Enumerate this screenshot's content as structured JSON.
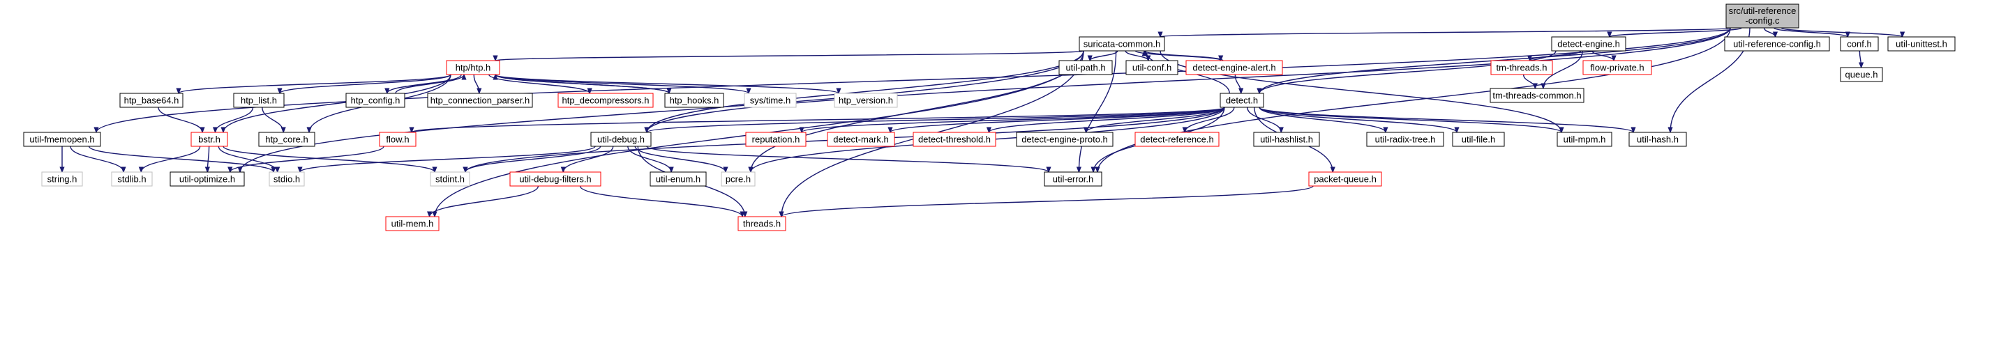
{
  "colors": {
    "edge": "#191970",
    "normal_border": "#000000",
    "truncated_border": "#ff0000",
    "external_border": "#bfbfbf",
    "external_text": "#7f7f7f",
    "root_fill": "#bfbfbf",
    "node_fill": "#ffffff",
    "text": "#000000"
  },
  "root": {
    "line1": "src/util-reference",
    "line2": "-config.c"
  },
  "nodes": [
    {
      "id": "suricata-common.h",
      "label": "suricata-common.h",
      "kind": "normal"
    },
    {
      "id": "detect-engine.h",
      "label": "detect-engine.h",
      "kind": "normal"
    },
    {
      "id": "util-reference-config.h",
      "label": "util-reference-config.h",
      "kind": "normal"
    },
    {
      "id": "conf.h",
      "label": "conf.h",
      "kind": "normal"
    },
    {
      "id": "util-unittest.h",
      "label": "util-unittest.h",
      "kind": "normal"
    },
    {
      "id": "queue.h",
      "label": "queue.h",
      "kind": "normal"
    },
    {
      "id": "htp/htp.h",
      "label": "htp/htp.h",
      "kind": "truncated"
    },
    {
      "id": "util-path.h",
      "label": "util-path.h",
      "kind": "normal"
    },
    {
      "id": "util-conf.h",
      "label": "util-conf.h",
      "kind": "normal"
    },
    {
      "id": "detect-engine-alert.h",
      "label": "detect-engine-alert.h",
      "kind": "truncated"
    },
    {
      "id": "tm-threads.h",
      "label": "tm-threads.h",
      "kind": "truncated"
    },
    {
      "id": "flow-private.h",
      "label": "flow-private.h",
      "kind": "truncated"
    },
    {
      "id": "tm-threads-common.h",
      "label": "tm-threads-common.h",
      "kind": "normal"
    },
    {
      "id": "htp_base64.h",
      "label": "htp_base64.h",
      "kind": "normal"
    },
    {
      "id": "htp_list.h",
      "label": "htp_list.h",
      "kind": "normal"
    },
    {
      "id": "htp_config.h",
      "label": "htp_config.h",
      "kind": "normal"
    },
    {
      "id": "htp_connection_parser.h",
      "label": "htp_connection_parser.h",
      "kind": "normal"
    },
    {
      "id": "htp_decompressors.h",
      "label": "htp_decompressors.h",
      "kind": "truncated"
    },
    {
      "id": "htp_hooks.h",
      "label": "htp_hooks.h",
      "kind": "normal"
    },
    {
      "id": "sys/time.h",
      "label": "sys/time.h",
      "kind": "external"
    },
    {
      "id": "htp_version.h",
      "label": "htp_version.h",
      "kind": "external"
    },
    {
      "id": "detect.h",
      "label": "detect.h",
      "kind": "normal"
    },
    {
      "id": "util-fmemopen.h",
      "label": "util-fmemopen.h",
      "kind": "normal"
    },
    {
      "id": "bstr.h",
      "label": "bstr.h",
      "kind": "truncated"
    },
    {
      "id": "htp_core.h",
      "label": "htp_core.h",
      "kind": "normal"
    },
    {
      "id": "flow.h",
      "label": "flow.h",
      "kind": "truncated"
    },
    {
      "id": "util-debug.h",
      "label": "util-debug.h",
      "kind": "normal"
    },
    {
      "id": "reputation.h",
      "label": "reputation.h",
      "kind": "truncated"
    },
    {
      "id": "detect-mark.h",
      "label": "detect-mark.h",
      "kind": "truncated"
    },
    {
      "id": "detect-threshold.h",
      "label": "detect-threshold.h",
      "kind": "truncated"
    },
    {
      "id": "detect-engine-proto.h",
      "label": "detect-engine-proto.h",
      "kind": "normal"
    },
    {
      "id": "detect-reference.h",
      "label": "detect-reference.h",
      "kind": "truncated"
    },
    {
      "id": "util-hashlist.h",
      "label": "util-hashlist.h",
      "kind": "normal"
    },
    {
      "id": "util-radix-tree.h",
      "label": "util-radix-tree.h",
      "kind": "normal"
    },
    {
      "id": "util-file.h",
      "label": "util-file.h",
      "kind": "normal"
    },
    {
      "id": "util-mpm.h",
      "label": "util-mpm.h",
      "kind": "normal"
    },
    {
      "id": "util-hash.h",
      "label": "util-hash.h",
      "kind": "normal"
    },
    {
      "id": "string.h",
      "label": "string.h",
      "kind": "external"
    },
    {
      "id": "stdlib.h",
      "label": "stdlib.h",
      "kind": "external"
    },
    {
      "id": "util-optimize.h",
      "label": "util-optimize.h",
      "kind": "normal"
    },
    {
      "id": "stdio.h",
      "label": "stdio.h",
      "kind": "external"
    },
    {
      "id": "stdint.h",
      "label": "stdint.h",
      "kind": "external"
    },
    {
      "id": "util-debug-filters.h",
      "label": "util-debug-filters.h",
      "kind": "truncated"
    },
    {
      "id": "util-enum.h",
      "label": "util-enum.h",
      "kind": "normal"
    },
    {
      "id": "pcre.h",
      "label": "pcre.h",
      "kind": "external"
    },
    {
      "id": "util-error.h",
      "label": "util-error.h",
      "kind": "normal"
    },
    {
      "id": "packet-queue.h",
      "label": "packet-queue.h",
      "kind": "truncated"
    },
    {
      "id": "util-mem.h",
      "label": "util-mem.h",
      "kind": "truncated"
    },
    {
      "id": "threads.h",
      "label": "threads.h",
      "kind": "truncated"
    }
  ],
  "edges": [
    [
      "root",
      "suricata-common.h"
    ],
    [
      "root",
      "detect-engine.h"
    ],
    [
      "root",
      "util-reference-config.h"
    ],
    [
      "root",
      "conf.h"
    ],
    [
      "root",
      "util-unittest.h"
    ],
    [
      "root",
      "detect.h"
    ],
    [
      "root",
      "util-fmemopen.h"
    ],
    [
      "root",
      "util-debug.h"
    ],
    [
      "root",
      "util-hash.h"
    ],
    [
      "root",
      "util-error.h"
    ],
    [
      "conf.h",
      "queue.h"
    ],
    [
      "suricata-common.h",
      "htp/htp.h"
    ],
    [
      "suricata-common.h",
      "util-path.h"
    ],
    [
      "suricata-common.h",
      "util-conf.h"
    ],
    [
      "suricata-common.h",
      "detect-engine-alert.h"
    ],
    [
      "suricata-common.h",
      "util-debug.h"
    ],
    [
      "suricata-common.h",
      "util-optimize.h"
    ],
    [
      "suricata-common.h",
      "util-mem.h"
    ],
    [
      "suricata-common.h",
      "threads.h"
    ],
    [
      "suricata-common.h",
      "util-mpm.h"
    ],
    [
      "suricata-common.h",
      "util-error.h"
    ],
    [
      "suricata-common.h",
      "pcre.h"
    ],
    [
      "detect-engine-alert.h",
      "suricata-common.h"
    ],
    [
      "detect-engine-alert.h",
      "detect.h"
    ],
    [
      "detect-engine.h",
      "tm-threads.h"
    ],
    [
      "detect-engine.h",
      "flow-private.h"
    ],
    [
      "detect-engine.h",
      "detect.h"
    ],
    [
      "detect-engine.h",
      "tm-threads-common.h"
    ],
    [
      "tm-threads.h",
      "tm-threads-common.h"
    ],
    [
      "htp/htp.h",
      "htp_base64.h"
    ],
    [
      "htp/htp.h",
      "htp_list.h"
    ],
    [
      "htp/htp.h",
      "htp_config.h"
    ],
    [
      "htp/htp.h",
      "htp_connection_parser.h"
    ],
    [
      "htp/htp.h",
      "htp_decompressors.h"
    ],
    [
      "htp/htp.h",
      "htp_hooks.h"
    ],
    [
      "htp/htp.h",
      "sys/time.h"
    ],
    [
      "htp/htp.h",
      "htp_version.h"
    ],
    [
      "htp/htp.h",
      "bstr.h"
    ],
    [
      "htp/htp.h",
      "htp_core.h"
    ],
    [
      "htp_config.h",
      "htp/htp.h"
    ],
    [
      "htp_hooks.h",
      "htp/htp.h"
    ],
    [
      "htp_base64.h",
      "bstr.h"
    ],
    [
      "htp_list.h",
      "bstr.h"
    ],
    [
      "htp_list.h",
      "htp_core.h"
    ],
    [
      "bstr.h",
      "stdlib.h"
    ],
    [
      "bstr.h",
      "stdio.h"
    ],
    [
      "bstr.h",
      "stdint.h"
    ],
    [
      "bstr.h",
      "util-optimize.h"
    ],
    [
      "util-fmemopen.h",
      "string.h"
    ],
    [
      "util-fmemopen.h",
      "stdlib.h"
    ],
    [
      "util-fmemopen.h",
      "stdio.h"
    ],
    [
      "flow.h",
      "util-optimize.h"
    ],
    [
      "detect.h",
      "suricata-common.h"
    ],
    [
      "detect.h",
      "flow.h"
    ],
    [
      "detect.h",
      "util-debug.h"
    ],
    [
      "detect.h",
      "reputation.h"
    ],
    [
      "detect.h",
      "detect-mark.h"
    ],
    [
      "detect.h",
      "detect-threshold.h"
    ],
    [
      "detect.h",
      "detect-engine-proto.h"
    ],
    [
      "detect.h",
      "detect-reference.h"
    ],
    [
      "detect.h",
      "util-hashlist.h"
    ],
    [
      "detect.h",
      "util-radix-tree.h"
    ],
    [
      "detect.h",
      "util-file.h"
    ],
    [
      "detect.h",
      "util-mpm.h"
    ],
    [
      "detect.h",
      "util-hash.h"
    ],
    [
      "detect.h",
      "util-error.h"
    ],
    [
      "detect.h",
      "packet-queue.h"
    ],
    [
      "detect.h",
      "stdint.h"
    ],
    [
      "detect.h",
      "pcre.h"
    ],
    [
      "util-debug.h",
      "stdio.h"
    ],
    [
      "util-debug.h",
      "stdint.h"
    ],
    [
      "util-debug.h",
      "util-debug-filters.h"
    ],
    [
      "util-debug.h",
      "util-enum.h"
    ],
    [
      "util-debug.h",
      "pcre.h"
    ],
    [
      "util-debug.h",
      "util-error.h"
    ],
    [
      "util-debug.h",
      "threads.h"
    ],
    [
      "util-debug-filters.h",
      "util-mem.h"
    ],
    [
      "util-debug-filters.h",
      "threads.h"
    ],
    [
      "packet-queue.h",
      "threads.h"
    ]
  ]
}
